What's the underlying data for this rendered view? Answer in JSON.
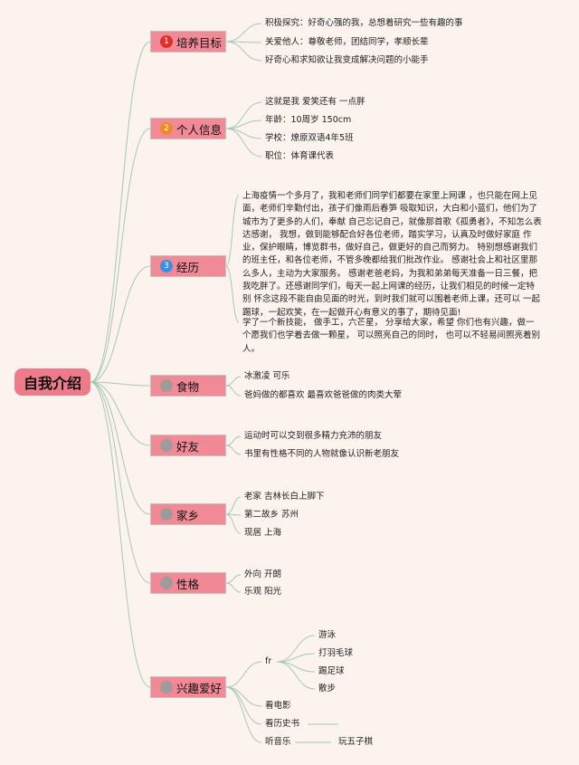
{
  "root": {
    "label": "自我介绍"
  },
  "branches": [
    {
      "id": "goal",
      "label": "培养目标",
      "badge": "1",
      "badge_color": "#e0302a",
      "leaves": [
        "积极探究：好奇心强的我，总想着研究一些有趣的事",
        "关爱他人：尊敬老师，团结同学，孝顺长辈",
        "好奇心和求知欲让我变成解决问题的小能手"
      ]
    },
    {
      "id": "info",
      "label": "个人信息",
      "badge": "2",
      "badge_color": "#f08a24",
      "leaves": [
        "这就是我 爱笑还有 一点胖",
        "年龄：10周岁 150cm",
        "学校：燎原双语4年5班",
        "职位：体育课代表"
      ]
    },
    {
      "id": "exp",
      "label": "经历",
      "badge": "3",
      "badge_color": "#3a8ee6",
      "paragraphs": [
        "上海疫情一个多月了，我和老师们同学们都要在家里上网课 ，也只能在网上见面，老师们辛勤付出，孩子们像雨后春笋 吸取知识，大白和小蓝们，他们为了城市为了更多的人们，奉献 自己忘记自己，就像那首歌《孤勇者》，不知怎么表达感谢， 我想，做到能够配合好各位老师，踏实学习，认真及时做好家庭 作业，保护眼睛，博览群书，做好自己，做更好的自己而努力。 特别想感谢我们的班主任，和各位老师，不管多晚都给我们批改作业。 感谢社会上和社区里那么多人，主动为大家服务。 感谢老爸老妈，为我和弟弟每天准备一日三餐，把我吃胖了。还感谢同学们，每天一起上网课的经历，让我们相见的时候一定特别 怀念这段不能自由见面的时光，到时我们就可以围着老师上课，还可以 一起踢球，一起欢笑，在一起做开心有意义的事了，期待见面!",
        "学了一个新技能， 做手工，六芒星， 分享给大家，希望 你们也有兴趣，做一个愿我们也学着去做一颗星， 可以照亮自己的同时， 也可以不轻易间照亮着别人。"
      ]
    },
    {
      "id": "food",
      "label": "食物",
      "badge": "",
      "badge_color": "#a09a98",
      "leaves": [
        "冰激凌 可乐",
        "爸妈做的都喜欢 最喜欢爸爸做的肉类大荤"
      ]
    },
    {
      "id": "friend",
      "label": "好友",
      "badge": "",
      "badge_color": "#a09a98",
      "leaves": [
        "运动时可以交到很多精力充沛的朋友",
        "书里有性格不同的人物就像认识新老朋友"
      ]
    },
    {
      "id": "home",
      "label": "家乡",
      "badge": "",
      "badge_color": "#a09a98",
      "leaves": [
        "老家 吉林长白上脚下",
        "第二故乡 苏州",
        "现居 上海"
      ]
    },
    {
      "id": "char",
      "label": "性格",
      "badge": "",
      "badge_color": "#a09a98",
      "leaves": [
        "外向 开朗",
        "乐观 阳光"
      ]
    },
    {
      "id": "hobby",
      "label": "兴趣爱好",
      "badge": "",
      "badge_color": "#a09a98",
      "sub": {
        "label": "fr",
        "items": [
          "游泳",
          "打羽毛球",
          "踢足球",
          "散步"
        ]
      },
      "leaves": [
        "看电影",
        "看历史书",
        "听音乐"
      ],
      "extra": "玩五子棋"
    }
  ]
}
